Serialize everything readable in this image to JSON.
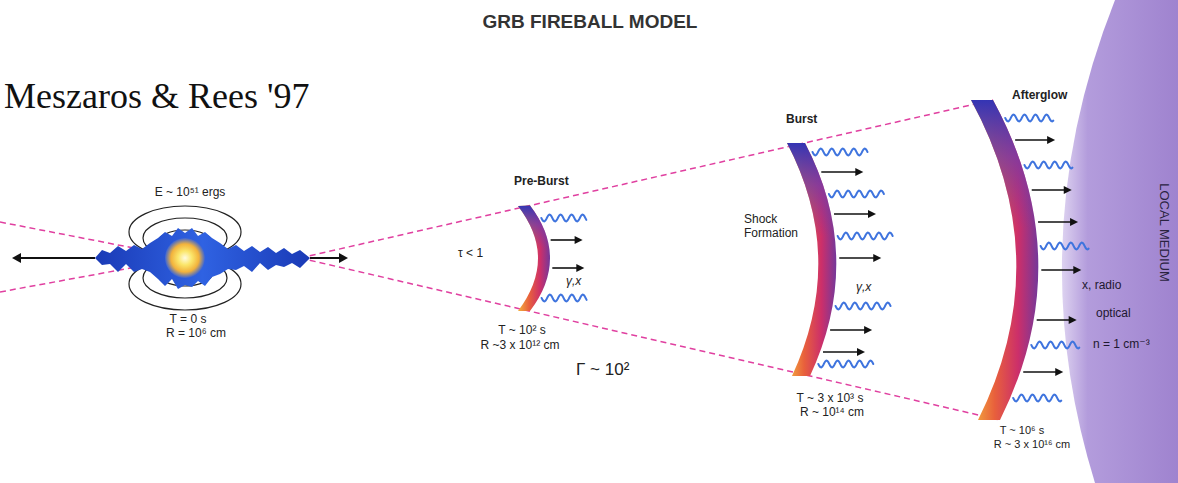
{
  "diagram": {
    "title": "GRB FIREBALL MODEL",
    "nodes": [
      {
        "text": [
          "LOCAL MEDIUM",
          "n = 1 cm⁻³"
        ]
      }
    ],
    "labels": [
      "Meszaros & Rees '97",
      "E ~ 10⁵¹ ergs",
      "T = 0 s",
      "R = 10⁶ cm",
      "Pre-Burst",
      "τ < 1",
      "γ,x",
      "T ~ 10² s",
      "R ~3 x 10¹² cm",
      "Γ ~ 10²",
      "Burst",
      "Shock Formation",
      "γ,x",
      "T ~ 3 x 10³ s",
      "R ~ 10¹⁴ cm",
      "Afterglow",
      "x, radio",
      "optical",
      "T ~ 10⁶ s",
      "R ~ 3 x 10¹⁶ cm"
    ]
  }
}
